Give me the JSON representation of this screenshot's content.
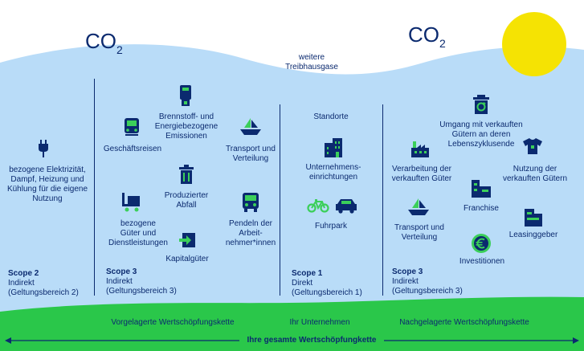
{
  "sky": {
    "co2_left": "CO",
    "co2_left_sub": "2",
    "co2_right": "CO",
    "co2_right_sub": "2",
    "other_gases": [
      "weitere",
      "Treibhausgase"
    ]
  },
  "colors": {
    "navy": "#0b2a6f",
    "sky_blue": "#b9dcf8",
    "ground_green": "#2ac74a",
    "sun_yellow": "#f5e303",
    "icon_green": "#3bcf5a"
  },
  "scope2": {
    "icon": "plug-icon",
    "description": [
      "bezogene Elektrizität,",
      "Dampf, Heizung und",
      "Kühlung für die eigene",
      "Nutzung"
    ],
    "title": "Scope 2",
    "subtitle": "Indirekt",
    "range": "(Geltungsbereich 2)"
  },
  "scope3_up": {
    "items": [
      {
        "icon": "fuel-pump-icon",
        "label": [
          "Brennstoff- und",
          "Energiebezogene",
          "Emissionen"
        ]
      },
      {
        "icon": "train-icon",
        "label": [
          "Geschäftsreisen"
        ]
      },
      {
        "icon": "ship-icon",
        "label": [
          "Transport und",
          "Verteilung"
        ]
      },
      {
        "icon": "trash-bin-icon",
        "label": [
          "Produzierter",
          "Abfall"
        ]
      },
      {
        "icon": "cart-icon",
        "label": [
          "bezogene",
          "Güter und",
          "Dienstleistungen"
        ]
      },
      {
        "icon": "bus-icon",
        "label": [
          "Pendeln der",
          "Arbeit-",
          "nehmer*innen"
        ]
      },
      {
        "icon": "arrow-in-icon",
        "label": [
          "Kapitalgüter"
        ]
      }
    ],
    "title": "Scope 3",
    "subtitle": "Indirekt",
    "range": "(Geltungsbereich 3)"
  },
  "scope1": {
    "items": [
      {
        "icon": "",
        "label": [
          "Standorte"
        ]
      },
      {
        "icon": "building-icon",
        "label": [
          "Unternehmens-",
          "einrichtungen"
        ]
      },
      {
        "icon": "bicycle-car-icon",
        "label": [
          "Fuhrpark"
        ]
      }
    ],
    "title": "Scope 1",
    "subtitle": "Direkt",
    "range": "(Geltungsbereich 1)"
  },
  "scope3_down": {
    "items": [
      {
        "icon": "recycle-icon",
        "label": [
          "Umgang mit verkauften",
          "Gütern an deren",
          "Lebenszyklusende"
        ]
      },
      {
        "icon": "factory-icon",
        "label": [
          "Verarbeitung der",
          "verkauften Güter"
        ]
      },
      {
        "icon": "tshirt-icon",
        "label": [
          "Nutzung der",
          "verkauften Gütern"
        ]
      },
      {
        "icon": "shop-icon",
        "label": [
          "Franchise"
        ]
      },
      {
        "icon": "ship-icon",
        "label": [
          "Transport und",
          "Verteilung"
        ]
      },
      {
        "icon": "office-icon",
        "label": [
          "Leasinggeber"
        ]
      },
      {
        "icon": "euro-icon",
        "label": [
          "Investitionen"
        ]
      }
    ],
    "title": "Scope 3",
    "subtitle": "Indirekt",
    "range": "(Geltungsbereich 3)"
  },
  "chain": {
    "upstream": "Vorgelagerte Wertschöpfungskette",
    "own": "Ihr Unternehmen",
    "downstream": "Nachgelagerte Wertschöpfungskette",
    "total": "Ihre gesamte Wertschöpfungkette"
  }
}
